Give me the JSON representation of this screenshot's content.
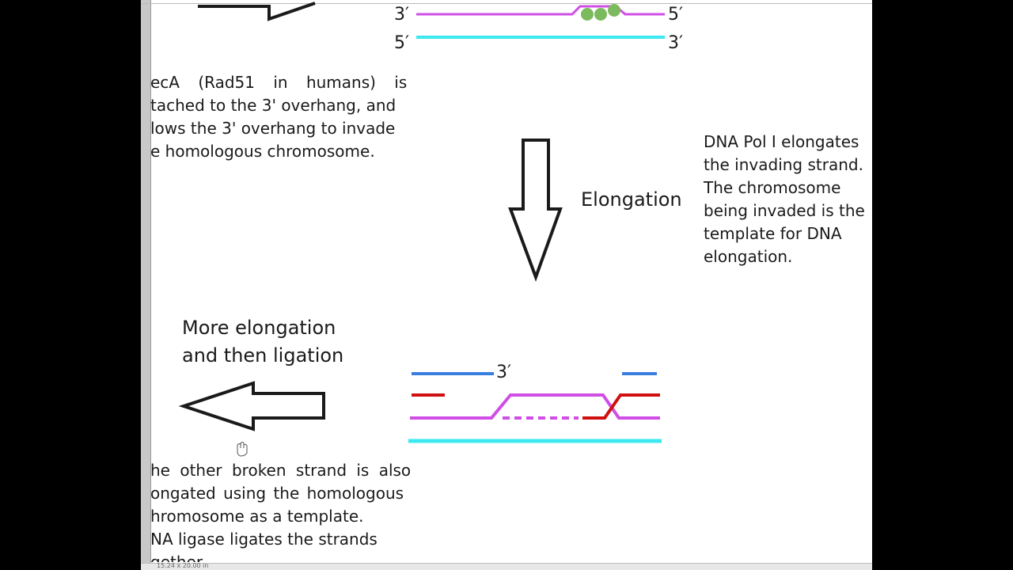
{
  "colors": {
    "magenta": "#d04ee6",
    "cyan": "#3ee8f0",
    "blue": "#3a7fe0",
    "red": "#d01010",
    "green": "#7cba5e",
    "ink": "#1a1a1a"
  },
  "top_strands": {
    "top_left": "3′",
    "top_right": "5′",
    "bottom_left": "5′",
    "bottom_right": "3′"
  },
  "recA_text": [
    "ecA (Rad51 in humans) is",
    "tached to the 3' overhang, and",
    "lows the 3' overhang to invade",
    "e homologous chromosome."
  ],
  "elongation_label": "Elongation",
  "pol_text": [
    "DNA Pol I elongates",
    "the invading strand.",
    "The chromosome",
    "being invaded is the",
    "template for DNA",
    "elongation."
  ],
  "more_elongation_label": [
    "More elongation",
    "and then ligation"
  ],
  "bottom_strand_label": "3′",
  "other_strand_text": [
    "he other broken strand is also",
    "ongated using the homologous",
    "hromosome as a template.",
    "NA ligase ligates the strands",
    "gether."
  ],
  "status_bar": "15.24 x 20.00 in"
}
